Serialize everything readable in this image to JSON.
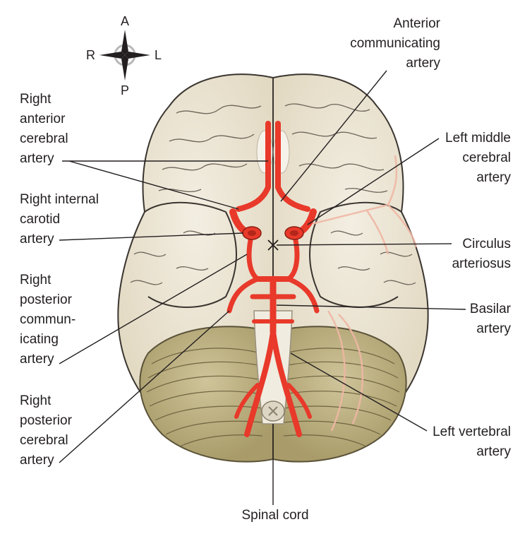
{
  "compass": {
    "a": "A",
    "p": "P",
    "r": "R",
    "l": "L"
  },
  "labels": {
    "anterior_communicating": "Anterior\ncommunicating\nartery",
    "right_anterior_cerebral": "Right\nanterior\ncerebral\nartery",
    "left_middle_cerebral": "Left middle\ncerebral\nartery",
    "right_internal_carotid": "Right internal\ncarotid\nartery",
    "circulus_arteriosus": "Circulus\narteriosus",
    "right_posterior_communicating": "Right\nposterior\ncommun-\nicating\nartery",
    "basilar": "Basilar\nartery",
    "right_posterior_cerebral": "Right\nposterior\ncerebral\nartery",
    "left_vertebral": "Left vertebral\nartery",
    "spinal_cord": "Spinal cord"
  },
  "colors": {
    "brain_fill": "#e9e2d0",
    "brain_outline": "#3a3530",
    "cerebellum_fill": "#b8ac7c",
    "artery": "#e8392a",
    "leader_line": "#231f20"
  }
}
